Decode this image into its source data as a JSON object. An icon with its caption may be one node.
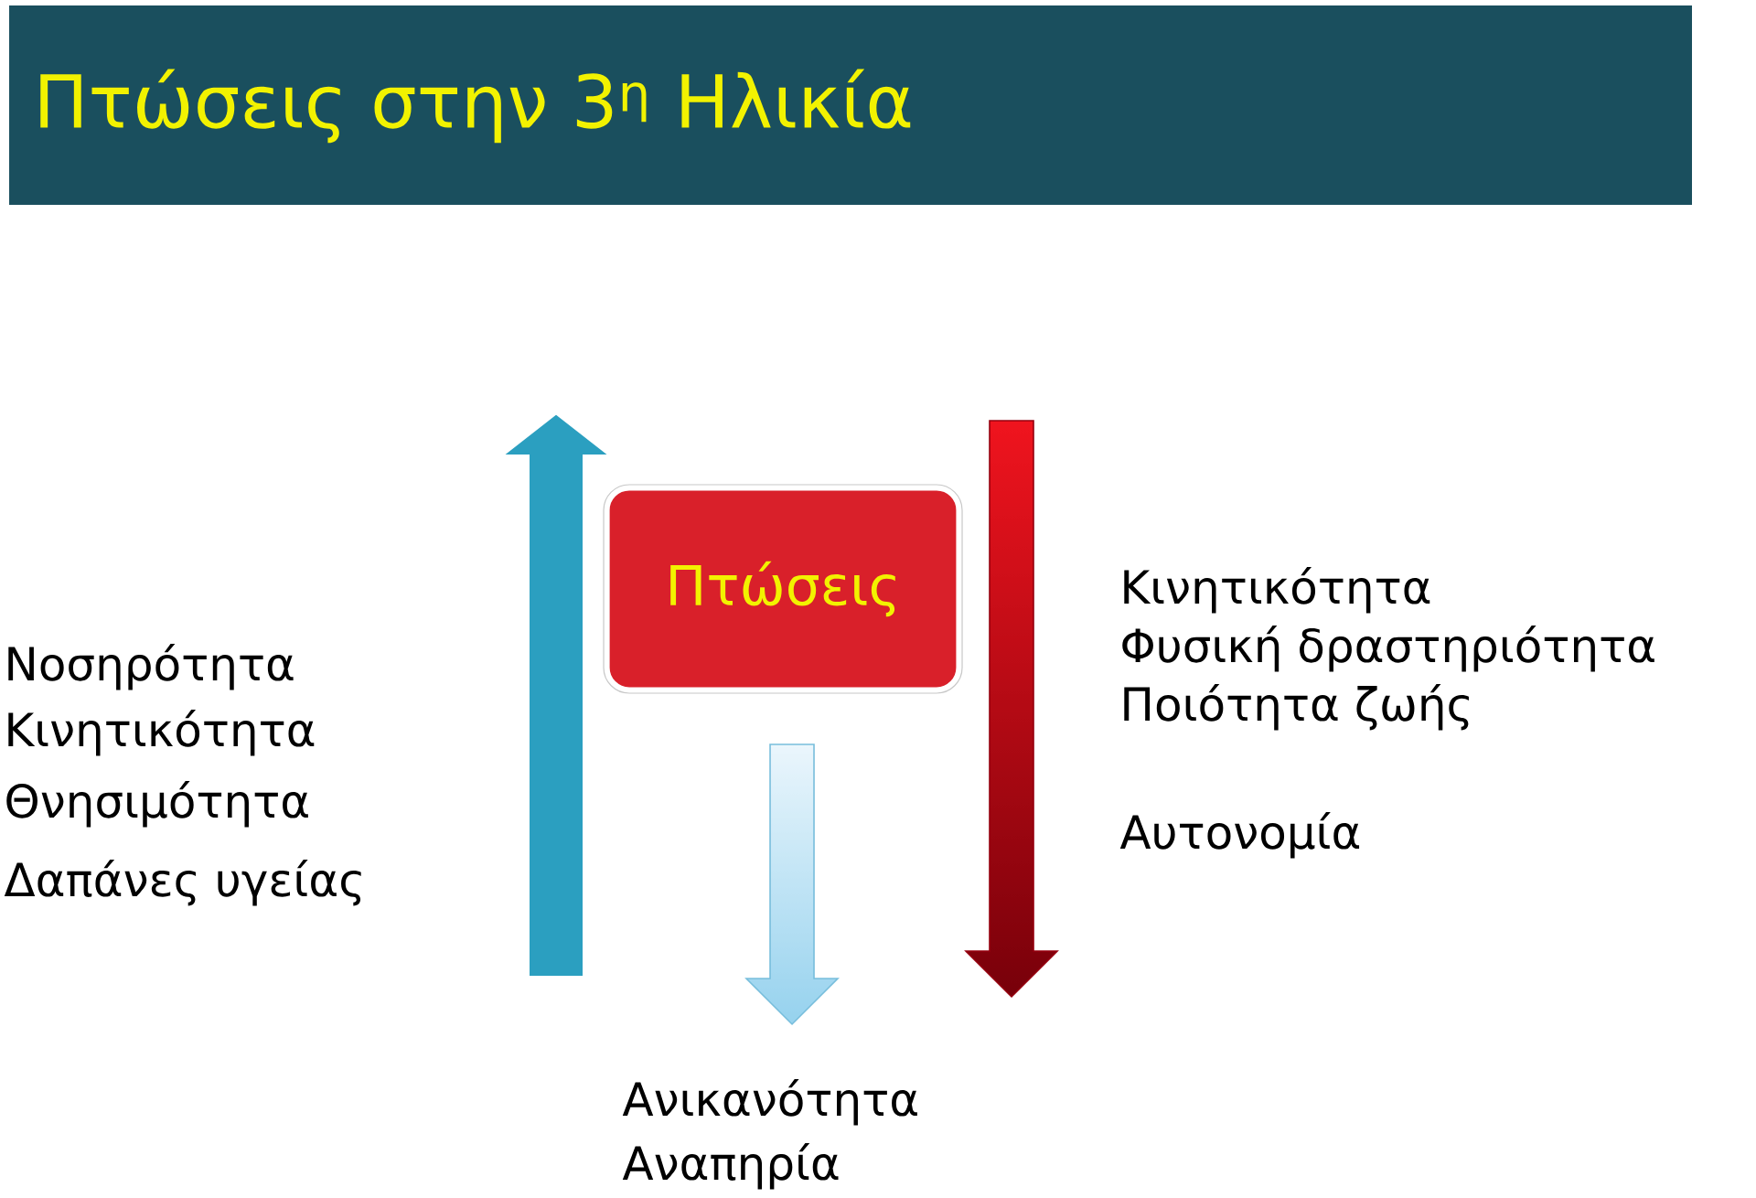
{
  "diagram": {
    "title": "Πτώσεις στην 3$^{η}$ Ηλικία",
    "nodes": [
      {
        "text": [
          "Πτώσεις"
        ]
      }
    ],
    "labels": [
      "Νοσηρότητα",
      "Κινητικότητα",
      "Θνησιμότητα",
      "Δαπάνες υγείας",
      "Κινητικότητα",
      "Φυσική δραστηριότητα",
      "Ποιότητα ζωής",
      "Αυτονομία",
      "Ανικανότητα",
      "Αναπηρία"
    ]
  }
}
